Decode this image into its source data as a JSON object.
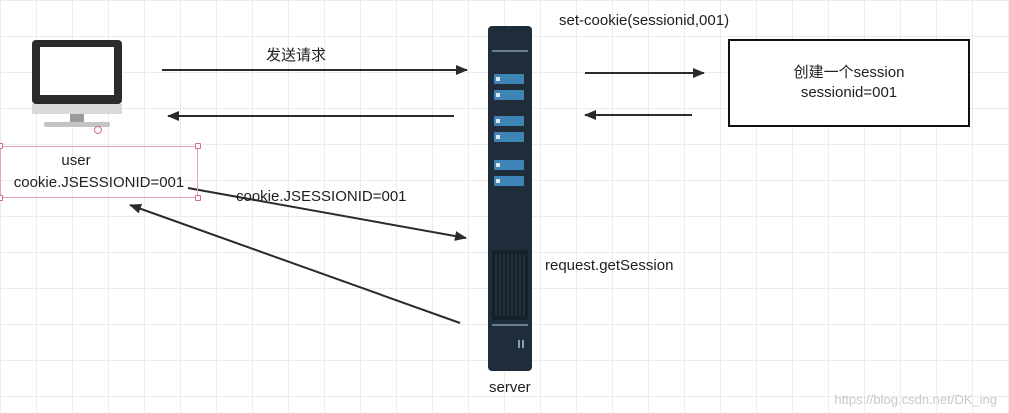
{
  "labels": {
    "send_request": "发送请求",
    "set_cookie": "set-cookie(sessionid,001)",
    "cookie_request": "cookie.JSESSIONID=001",
    "get_session": "request.getSession",
    "server": "server"
  },
  "user": {
    "title": "user",
    "cookie": "cookie.JSESSIONID=001"
  },
  "session_box": {
    "line1": "创建一个session",
    "line2": "sessionid=001"
  },
  "watermark": "https://blog.csdn.net/DK_ing",
  "icons": [
    "monitor-icon",
    "server-rack-icon"
  ],
  "colors": {
    "arrow": "#2b2b2b",
    "server_body": "#1f2c3a",
    "server_slot": "#3f84b6",
    "selection": "#d07080"
  }
}
